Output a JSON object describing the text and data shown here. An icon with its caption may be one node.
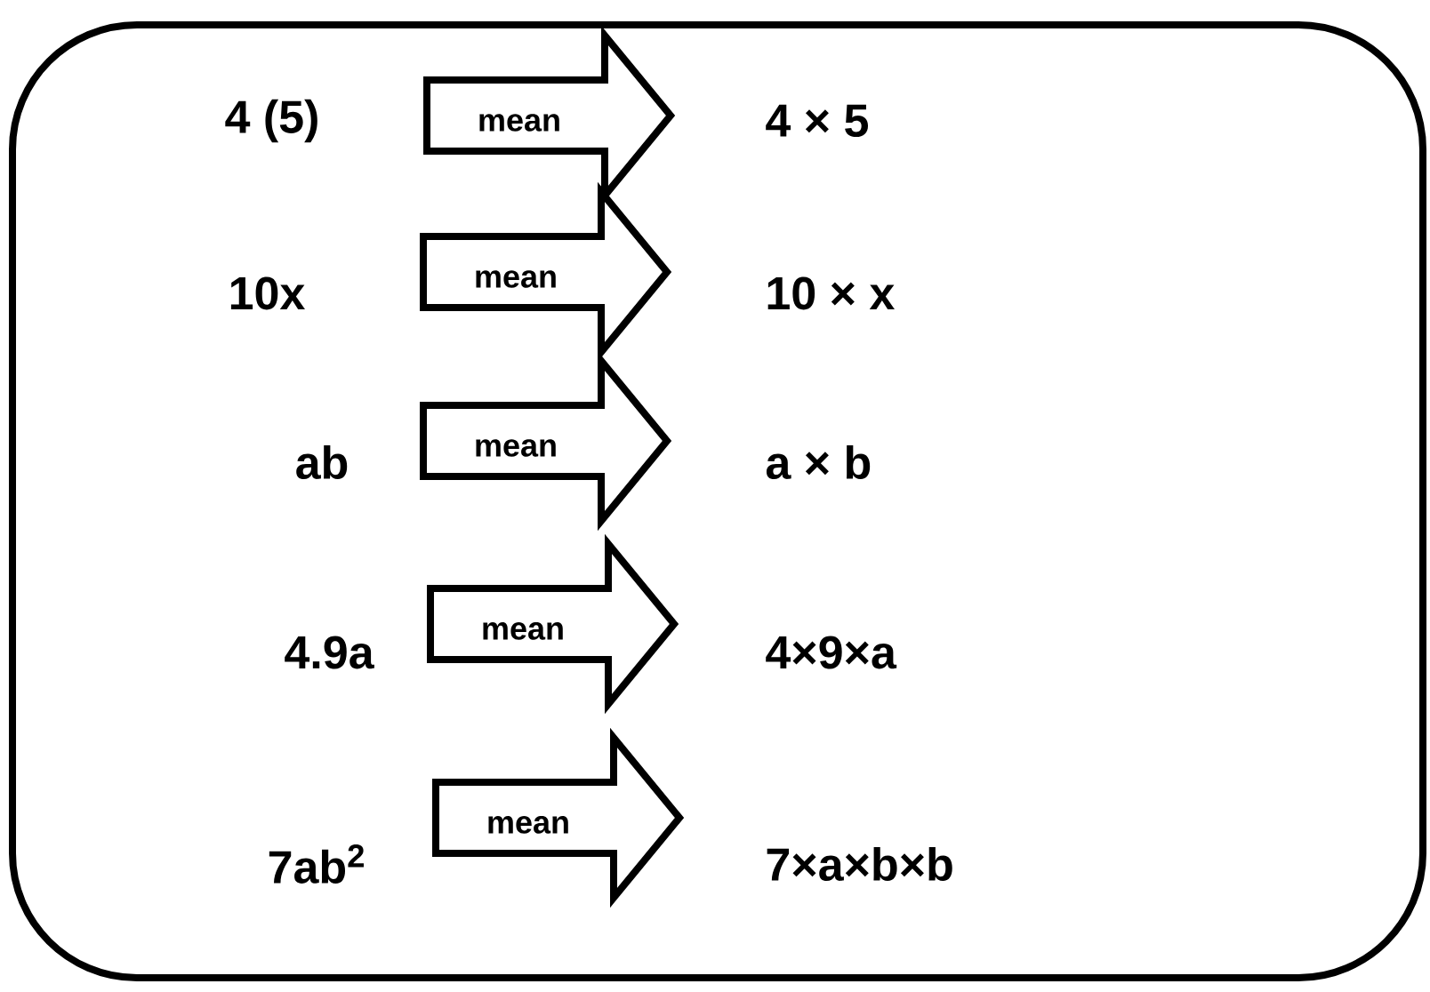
{
  "diagram": {
    "nodes": [
      {
        "text": [],
        "shape": "box"
      },
      {
        "text": [
          "4 (5)"
        ],
        "in": 0
      },
      {
        "text": [
          "4 × 5"
        ],
        "in": 0
      },
      {
        "text": [
          "10x"
        ],
        "in": 0
      },
      {
        "text": [
          "10 × x"
        ],
        "in": 0
      },
      {
        "text": [
          "ab"
        ],
        "in": 0
      },
      {
        "text": [
          "a × b"
        ],
        "in": 0
      },
      {
        "text": [
          "4.9a"
        ],
        "in": 0
      },
      {
        "text": [
          "4×9×a"
        ],
        "in": 0
      },
      {
        "text": [
          "7ab$^{2}$"
        ],
        "in": 0
      },
      {
        "text": [
          "7×a×b×b"
        ],
        "in": 0
      }
    ],
    "edges": [
      {
        "from": 1,
        "to": 2,
        "arrow": "to",
        "label": "mean"
      },
      {
        "from": 3,
        "to": 4,
        "arrow": "to",
        "label": "mean"
      },
      {
        "from": 5,
        "to": 6,
        "arrow": "to",
        "label": "mean"
      },
      {
        "from": 7,
        "to": 8,
        "arrow": "to",
        "label": "mean"
      },
      {
        "from": 9,
        "to": 10,
        "arrow": "to",
        "label": "mean"
      }
    ]
  }
}
